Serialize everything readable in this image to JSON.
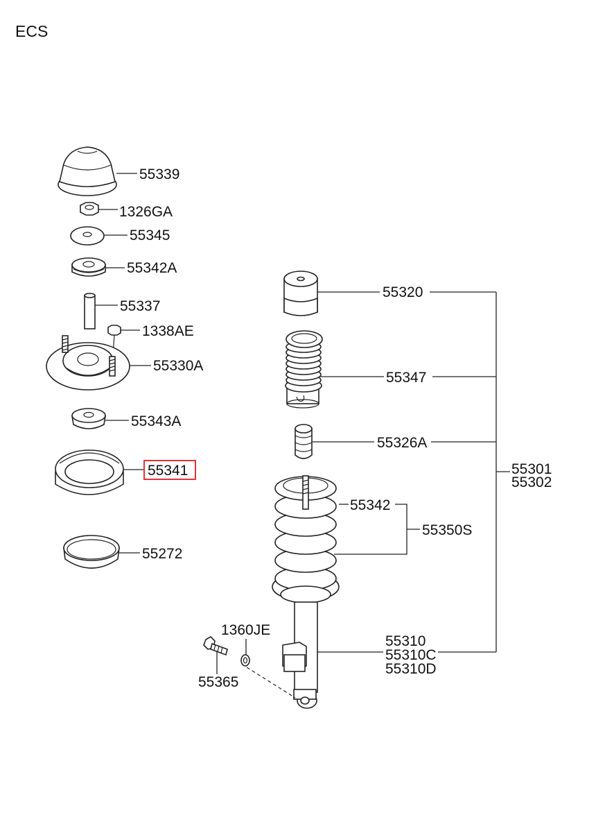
{
  "title": "ECS",
  "parts": {
    "p55339": "55339",
    "p1326GA": "1326GA",
    "p55345": "55345",
    "p55342A": "55342A",
    "p55337": "55337",
    "p1338AE": "1338AE",
    "p55330A": "55330A",
    "p55343A": "55343A",
    "p55341": "55341",
    "p55272": "55272",
    "p55320": "55320",
    "p55347": "55347",
    "p55326A": "55326A",
    "p55301": "55301",
    "p55302": "55302",
    "p55342": "55342",
    "p55350S": "55350S",
    "p55310": "55310",
    "p55310C": "55310C",
    "p55310D": "55310D",
    "p1360JE": "1360JE",
    "p55365": "55365"
  },
  "highlight_color": "#e8303a"
}
